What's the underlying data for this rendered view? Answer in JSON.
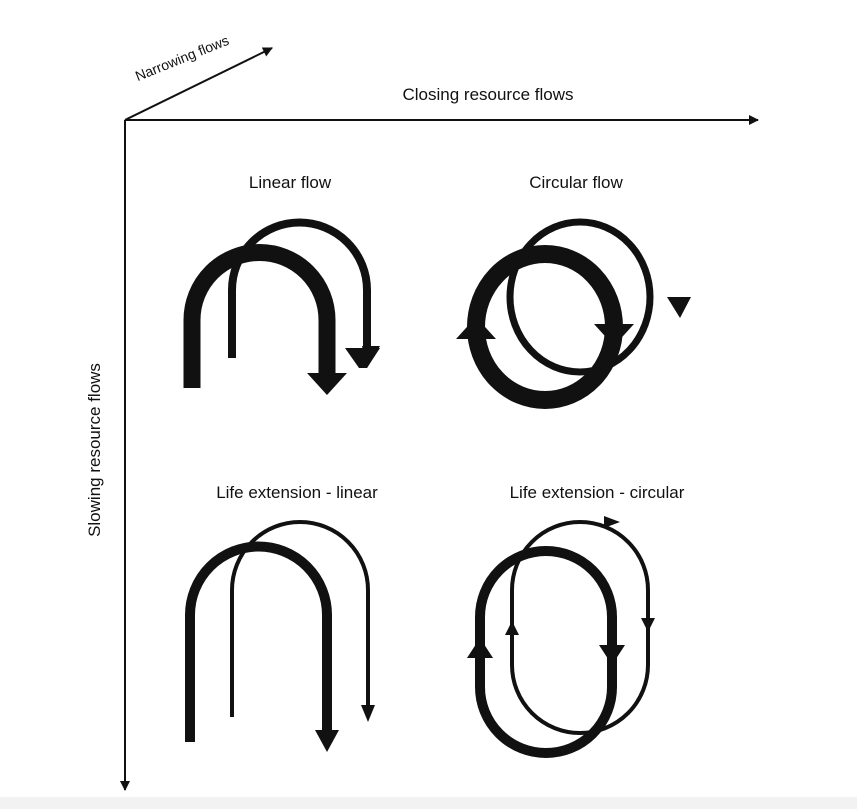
{
  "axes": {
    "narrowing": "Narrowing flows",
    "closing": "Closing resource flows",
    "slowing": "Slowing resource flows"
  },
  "panels": [
    {
      "title": "Linear flow"
    },
    {
      "title": "Circular flow"
    },
    {
      "title": "Life extension - linear"
    },
    {
      "title": "Life extension - circular"
    }
  ],
  "colors": {
    "ink": "#111111",
    "background": "#ffffff"
  }
}
